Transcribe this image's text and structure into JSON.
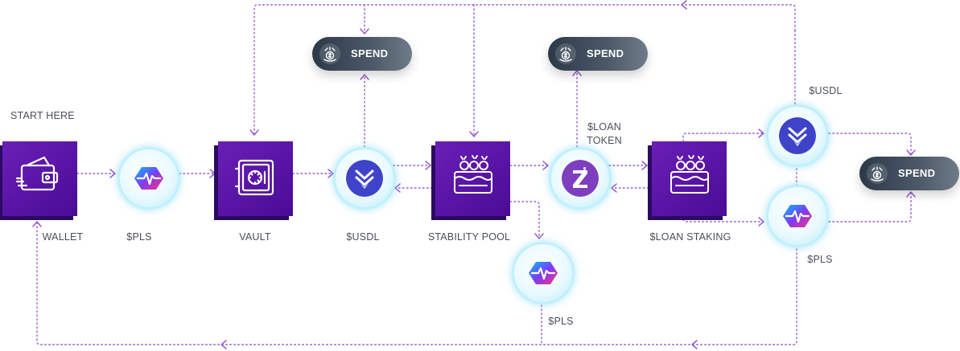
{
  "start_label": "START HERE",
  "nodes": {
    "wallet": "WALLET",
    "pls_1": "$PLS",
    "vault": "VAULT",
    "usdl_1": "$USDL",
    "stability_pool": "STABILITY POOL",
    "pls_2": "$PLS",
    "loan_token_line1": "$LOAN",
    "loan_token_line2": "TOKEN",
    "loan_staking": "$LOAN STAKING",
    "usdl_2": "$USDL",
    "pls_3": "$PLS"
  },
  "spend_buttons": [
    "SPEND",
    "SPEND",
    "SPEND"
  ],
  "icons": {
    "wallet": "wallet-icon",
    "vault": "safe-icon",
    "pool": "pool-icon",
    "pls": "pulsechain-pls-icon",
    "usdl": "usdl-token-icon",
    "loan": "loan-token-icon",
    "spend": "hand-dollar-icon"
  },
  "colors": {
    "box": "#5a14a8",
    "flow_line": "#9a5bd0",
    "spend_pill": "#3d4a59",
    "label_text": "#4a4f5c"
  }
}
